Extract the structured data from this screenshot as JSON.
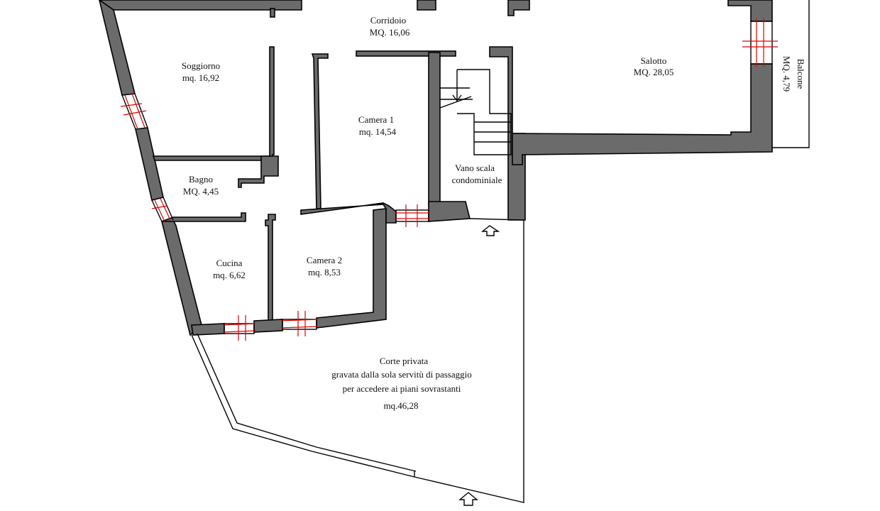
{
  "rooms": {
    "corridoio": {
      "name": "Corridoio",
      "area": "MQ. 16,06"
    },
    "soggiorno": {
      "name": "Soggiorno",
      "area": "mq. 16,92"
    },
    "camera1": {
      "name": "Camera 1",
      "area": "mq. 14,54"
    },
    "salotto": {
      "name": "Salotto",
      "area": "MQ. 28,05"
    },
    "balcone": {
      "name": "Balcone",
      "area": "MQ. 4,79"
    },
    "bagno": {
      "name": "Bagno",
      "area": "MQ. 4,45"
    },
    "vano_scala": {
      "line1": "Vano scala",
      "line2": "condominiale"
    },
    "cucina": {
      "name": "Cucina",
      "area": "mq. 6,62"
    },
    "camera2": {
      "name": "Camera 2",
      "area": "mq. 8,53"
    },
    "corte": {
      "line1": "Corte privata",
      "line2": "gravata dalla sola servitù di passaggio",
      "line3": "per accedere ai piani sovrastanti",
      "area": "mq.46,28"
    }
  },
  "colors": {
    "wall": "#6b6b6b",
    "window": "#e00000",
    "line": "#000000"
  }
}
